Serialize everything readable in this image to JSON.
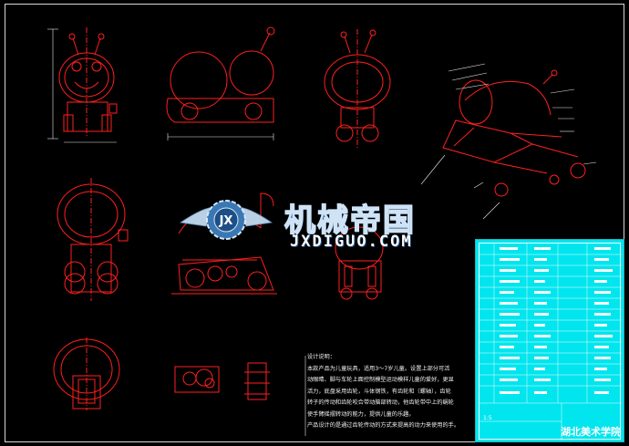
{
  "watermark": {
    "brand": "机械帝国",
    "domain": "JXDIGUO.COM",
    "logo_letters": "JX"
  },
  "notes": {
    "heading": "设计说明：",
    "lines": [
      "本款产品为儿童玩具，适用3～7岁儿童。设置上部分可活",
      "动眼睛、脚与车轮上面控制模型运动模样儿童的爱好，更显",
      "活力，底盘采用齿轮，斗体钢铁，有齿轮和（螺轴），齿轮",
      "转子的传动和齿轮咬合带动脑部转动，他齿轮带中上的蜗轮",
      "使手臂摇摆转动的能力，提供儿童的乐趣。",
      "   产品设计的是通过齿轮传动的方式来提高的动力来使用的手。"
    ]
  },
  "title_block": {
    "school": "湖北美术学院",
    "scale": "1:5"
  },
  "colors": {
    "drawing": "#ff1f1f",
    "dimension": "#ffffff",
    "title_block": "#00e5ee",
    "watermark": "#2f6fb0"
  }
}
